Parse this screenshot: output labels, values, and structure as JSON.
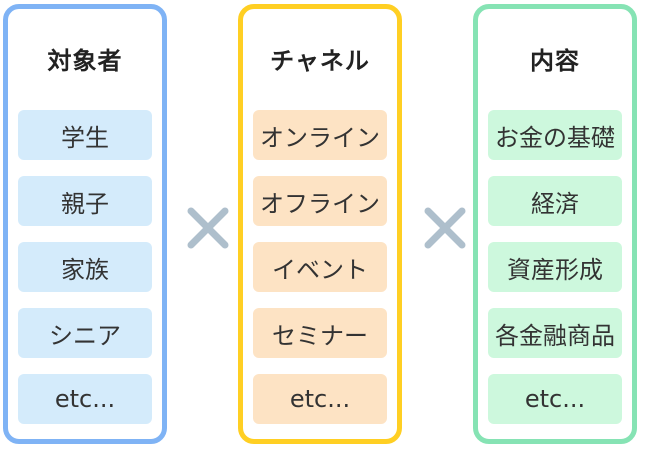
{
  "columns": [
    {
      "title": "対象者",
      "items": [
        "学生",
        "親子",
        "家族",
        "シニア",
        "etc..."
      ]
    },
    {
      "title": "チャネル",
      "items": [
        "オンライン",
        "オフライン",
        "イベント",
        "セミナー",
        "etc..."
      ]
    },
    {
      "title": "内容",
      "items": [
        "お金の基礎",
        "経済",
        "資産形成",
        "各金融商品",
        "etc..."
      ]
    }
  ],
  "operators": [
    "×",
    "×"
  ],
  "colors": {
    "column_1_border": "#7fb3f5",
    "column_1_item": "#d4ebfb",
    "column_2_border": "#ffcf23",
    "column_2_item": "#fde3c4",
    "column_3_border": "#86e3b4",
    "column_3_item": "#cdf8dd",
    "operator": "#aebfcc"
  }
}
